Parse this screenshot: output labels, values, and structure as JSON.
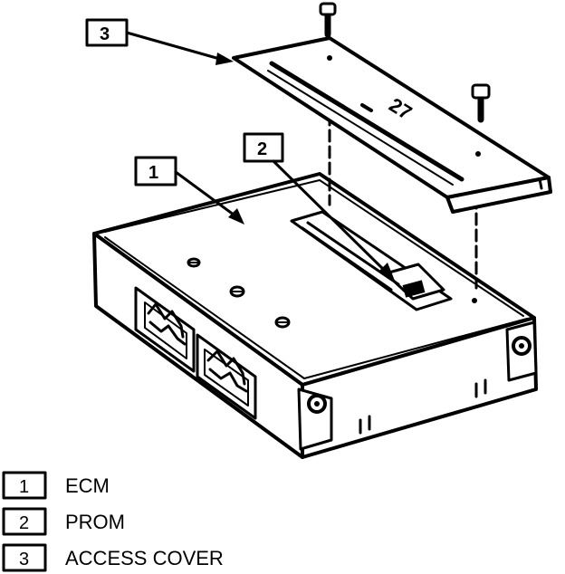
{
  "diagram": {
    "callouts": [
      {
        "number": "1"
      },
      {
        "number": "2"
      },
      {
        "number": "3"
      }
    ],
    "legend": [
      {
        "number": "1",
        "label": "ECM"
      },
      {
        "number": "2",
        "label": "PROM"
      },
      {
        "number": "3",
        "label": "ACCESS COVER"
      }
    ],
    "cover_marking": "27"
  }
}
